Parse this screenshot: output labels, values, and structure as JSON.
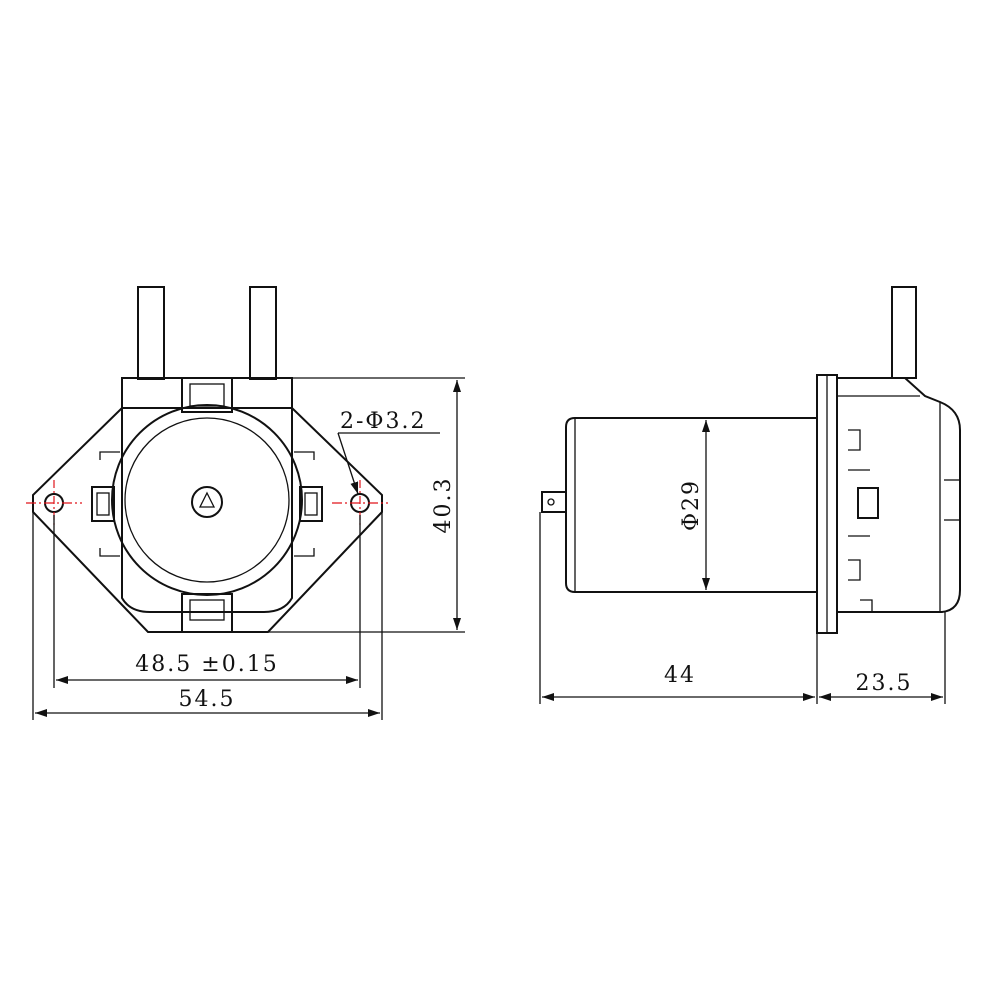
{
  "drawing": {
    "front_view": {
      "hole_label": "2-Φ3.2",
      "height": "40.3",
      "hole_spacing": "48.5 ±0.15",
      "overall_width": "54.5"
    },
    "side_view": {
      "motor_diameter": "Φ29",
      "motor_length": "44",
      "pump_head_length": "23.5"
    },
    "colors": {
      "line": "#111111",
      "centerline": "#e0141b",
      "background": "#ffffff"
    }
  }
}
